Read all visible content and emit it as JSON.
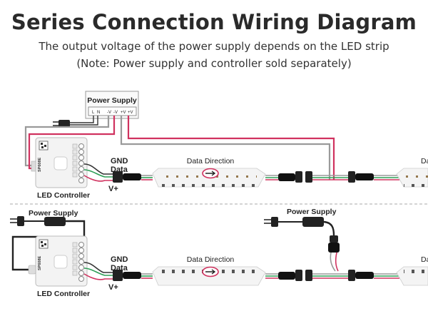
{
  "header": {
    "title": "Series Connection Wiring Diagram",
    "subtitle": "The output voltage of the power supply depends on the LED strip",
    "note": "(Note: Power supply and controller sold separately)"
  },
  "top_diagram": {
    "power_supply_label": "Power Supply",
    "terminals": [
      "L",
      "N",
      "-V",
      "-V",
      "+V",
      "+V"
    ],
    "wire_labels": {
      "gnd": "GND",
      "data": "Data",
      "vplus": "V+"
    },
    "controller_label": "LED Controller",
    "controller_model": "SP608E",
    "data_direction_label": "Data Direction",
    "strip_next_label": "Da"
  },
  "bottom_diagram": {
    "power_supply_label_left": "Power Supply",
    "power_supply_label_right": "Power Supply",
    "wire_labels": {
      "gnd": "GND",
      "data": "Data",
      "vplus": "V+"
    },
    "controller_label": "LED Controller",
    "controller_model": "SP608E",
    "data_direction_label": "Data Direction",
    "strip_next_label": "Da"
  },
  "colors": {
    "wire_red": "#d0325f",
    "wire_grey": "#9a9a9a",
    "wire_green": "#2e9e57",
    "strip": "#f4f4f4",
    "connector": "#222222"
  }
}
